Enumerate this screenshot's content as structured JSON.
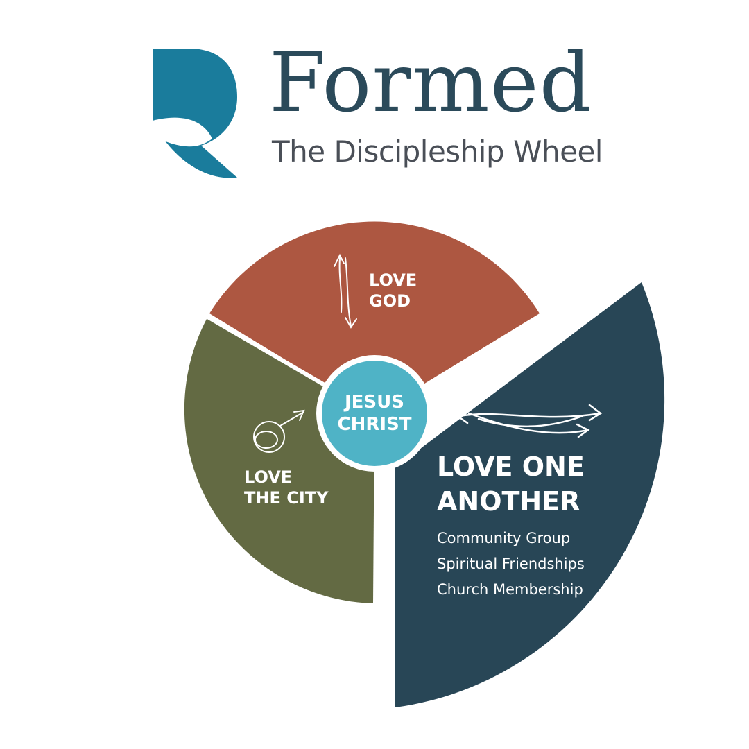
{
  "brand": {
    "title": "Formed",
    "subtitle": "The Discipleship Wheel"
  },
  "colors": {
    "love_god": "#ad5741",
    "love_the_city": "#636a43",
    "love_one_another": "#284656",
    "center": "#4fb3c6",
    "logo": "#1a7c9c"
  },
  "center": {
    "line1": "JESUS",
    "line2": "CHRIST"
  },
  "segments": {
    "love_god": {
      "line1": "LOVE",
      "line2": "GOD",
      "icon": "up-down-arrows-icon"
    },
    "love_the_city": {
      "line1": "LOVE",
      "line2": "THE CITY",
      "icon": "globe-arrow-icon"
    },
    "love_one_another": {
      "line1": "LOVE ONE",
      "line2": "ANOTHER",
      "icon": "intertwined-arrows-icon",
      "items": [
        "Community Group",
        "Spiritual Friendships",
        "Church Membership"
      ]
    }
  }
}
